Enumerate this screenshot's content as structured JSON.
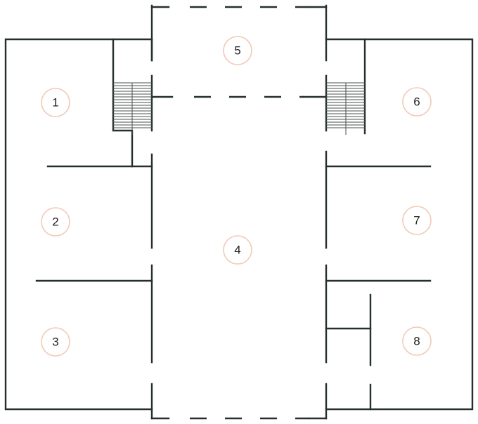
{
  "rooms": [
    {
      "id": "1"
    },
    {
      "id": "2"
    },
    {
      "id": "3"
    },
    {
      "id": "4"
    },
    {
      "id": "5"
    },
    {
      "id": "6"
    },
    {
      "id": "7"
    },
    {
      "id": "8"
    }
  ],
  "colors": {
    "wall": "#25302e",
    "marker_border": "#f2c9b8",
    "background": "#ffffff"
  }
}
